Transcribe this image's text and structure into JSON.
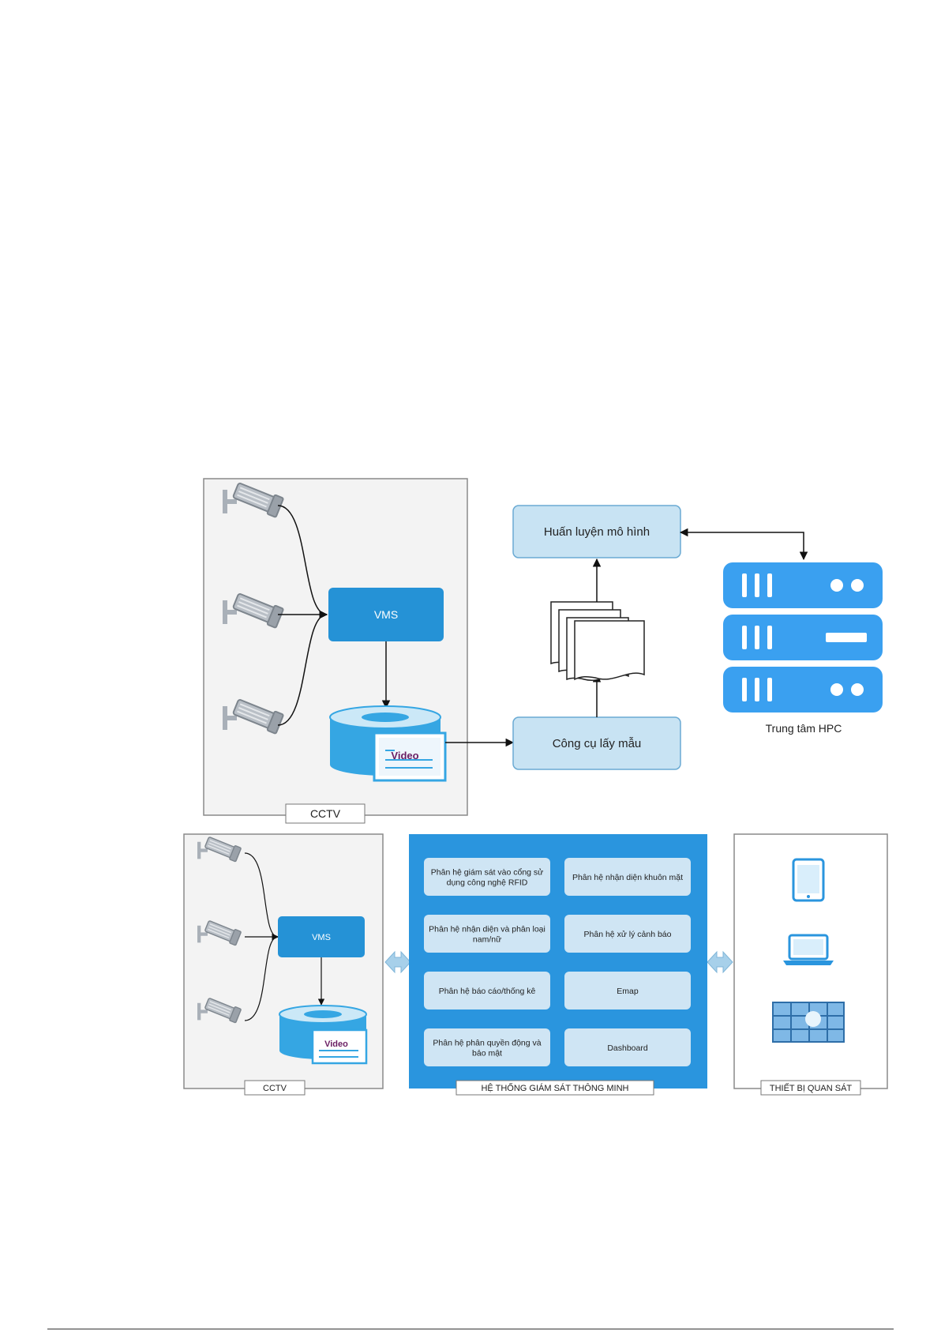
{
  "top_diagram": {
    "cctv_label": "CCTV",
    "vms_label": "VMS",
    "video_label": "Video",
    "training_label": "Huấn luyện mô hình",
    "sampling_label": "Công cụ lấy mẫu",
    "hpc_label": "Trung tâm HPC"
  },
  "bottom_diagram": {
    "cctv_label": "CCTV",
    "vms_label": "VMS",
    "video_label": "Video",
    "system_label": "HỆ THỐNG GIÁM SÁT THÔNG MINH",
    "devices_label": "THIẾT BỊ QUAN SÁT",
    "modules": [
      [
        "Phân hệ giám sát vào cổng sử",
        "dụng công nghệ RFID"
      ],
      [
        "Phân hệ nhận diện khuôn mặt"
      ],
      [
        "Phân hệ nhận diện và phân loại",
        "nam/nữ"
      ],
      [
        "Phân hệ xử lý cảnh báo"
      ],
      [
        "Phân hệ báo cáo/thống kê"
      ],
      [
        "Emap"
      ],
      [
        "Phân hệ phân quyền động và",
        "bảo mật"
      ],
      [
        "Dashboard"
      ]
    ]
  },
  "colors": {
    "panel_bg": "#f3f3f3",
    "panel_border": "#8a8a8a",
    "vms_blue": "#2592d6",
    "light_box": "#c8e3f3",
    "light_box_border": "#6aaad3",
    "server_blue": "#3aa0f0",
    "system_blue": "#2a95de",
    "module_box": "#cfe5f4",
    "arrow_light": "#a7d0ea"
  },
  "icons": [
    "cctv-camera-icon",
    "database-icon",
    "video-document-icon",
    "document-stack-icon",
    "server-rack-icon",
    "tablet-icon",
    "laptop-icon",
    "video-wall-icon"
  ]
}
